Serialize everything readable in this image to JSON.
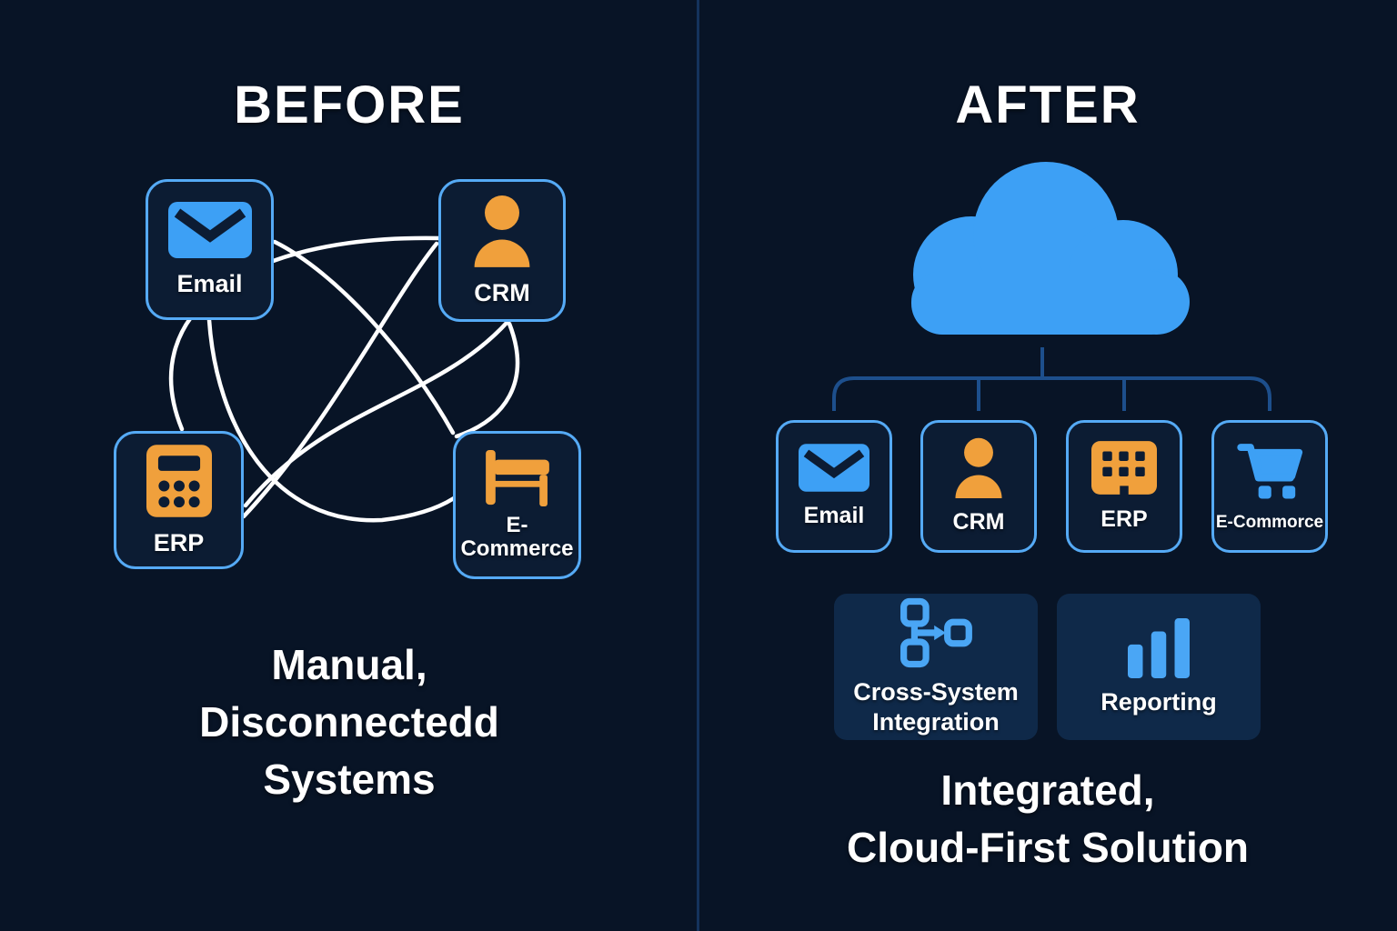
{
  "before": {
    "title": "BEFORE",
    "systems": [
      {
        "label": "Email",
        "icon": "envelope-icon"
      },
      {
        "label": "CRM",
        "icon": "person-icon"
      },
      {
        "label": "ERP",
        "icon": "calculator-icon"
      },
      {
        "label": "E-Commerce",
        "lines": [
          "E-",
          "Commerce"
        ],
        "icon": "bed-icon"
      }
    ],
    "caption": {
      "lines": [
        "Manual,",
        "Disconnectedd",
        "Systems"
      ]
    }
  },
  "after": {
    "title": "AFTER",
    "cloud": {
      "icon": "cloud-icon"
    },
    "systems": [
      {
        "label": "Email",
        "icon": "envelope-icon"
      },
      {
        "label": "CRM",
        "icon": "person-icon"
      },
      {
        "label": "ERP",
        "icon": "building-grid-icon"
      },
      {
        "label": "E-Commorce",
        "icon": "shopping-cart-icon"
      }
    ],
    "features": [
      {
        "label": "Cross-System Integration",
        "lines": [
          "Cross-System",
          "Integration"
        ],
        "icon": "workflow-icon"
      },
      {
        "label": "Reporting",
        "lines": [
          "Reporting"
        ],
        "icon": "bar-chart-icon"
      }
    ],
    "caption": {
      "lines": [
        "Integrated,",
        "Cloud-First Solution"
      ]
    }
  },
  "colors": {
    "background": "#081426",
    "system_box": "#0c1c33",
    "feature_box": "#0f2949",
    "border_blue": "#55aaf5",
    "icon_blue": "#3da0f5",
    "icon_light_blue": "#4aa6f5",
    "icon_orange": "#f0a03c",
    "connector_tree": "#1d4f8c",
    "tangle_lines": "#ffffff",
    "divider": "#14335c",
    "text": "#ffffff"
  }
}
